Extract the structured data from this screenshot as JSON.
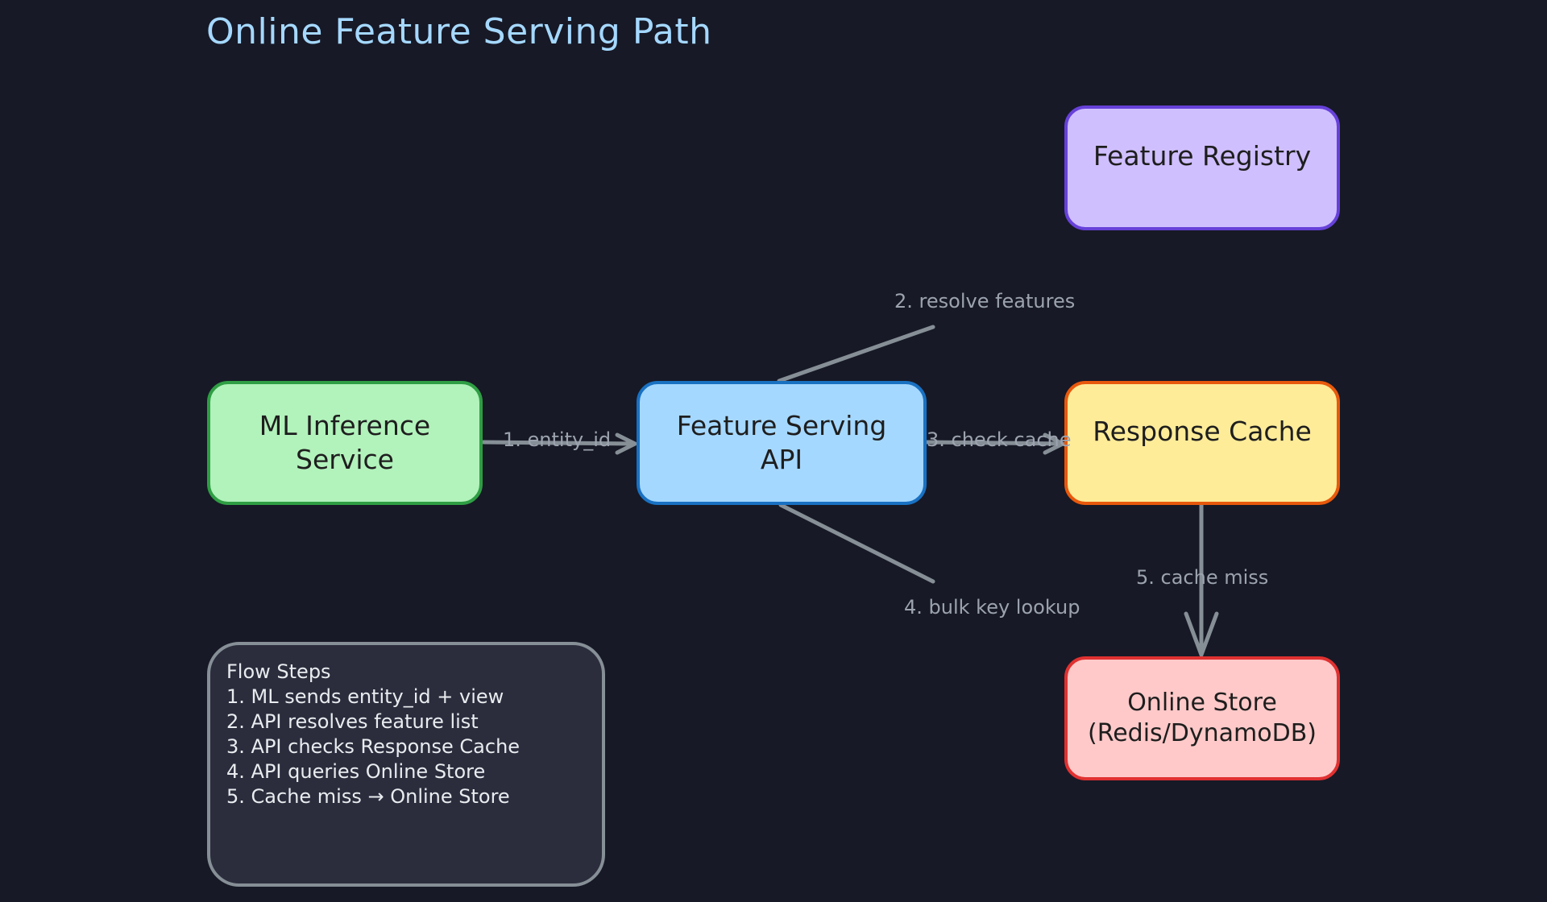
{
  "title": "Online Feature Serving Path",
  "nodes": {
    "ml_inference": [
      "ML Inference",
      "Service"
    ],
    "feature_serving_api": [
      "Feature Serving",
      "API"
    ],
    "response_cache": [
      "Response Cache"
    ],
    "feature_registry": [
      "Feature Registry"
    ],
    "online_store": [
      "Online Store",
      "(Redis/DynamoDB)"
    ]
  },
  "edges": {
    "entity_id": "1. entity_id",
    "resolve_features": "2. resolve features",
    "check_cache": "3. check cache",
    "bulk_key_lookup": "4. bulk key lookup",
    "cache_miss": "5. cache miss"
  },
  "flow_steps": {
    "heading": "Flow Steps",
    "items": [
      "1. ML sends entity_id + view",
      "2. API resolves feature list",
      "3. API checks Response Cache",
      "4. API queries Online Store",
      "5. Cache miss → Online Store"
    ]
  },
  "colors": {
    "background": "#171926",
    "title": "#a5d8ff",
    "edge": "#868e96",
    "ml_fill": "#b2f2bb",
    "api_fill": "#a5d8ff",
    "cache_fill": "#ffec99",
    "registry_fill": "#d0bfff",
    "store_fill": "#ffc9c9"
  }
}
